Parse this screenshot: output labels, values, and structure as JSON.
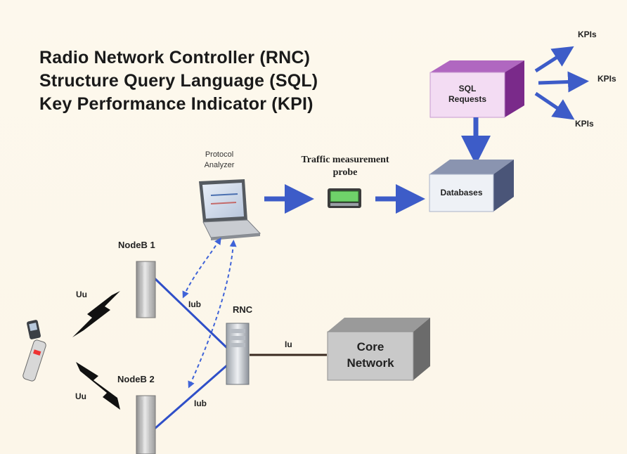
{
  "titles": {
    "rnc": "Radio Network Controller (RNC)",
    "sql": "Structure Query Language (SQL)",
    "kpi": "Key Performance Indicator (KPI)"
  },
  "sql_box": {
    "line1": "SQL",
    "line2": "Requests"
  },
  "kpis": [
    "KPIs",
    "KPIs",
    "KPIs"
  ],
  "databases": "Databases",
  "protocol_analyzer": {
    "line1": "Protocol",
    "line2": "Analyzer"
  },
  "probe": {
    "line1": "Traffic measurement",
    "line2": "probe"
  },
  "nodeb1": "NodeB 1",
  "nodeb2": "NodeB 2",
  "rnc": "RNC",
  "iub_top": "Iub",
  "iub_bottom": "Iub",
  "iu": "Iu",
  "uu_top": "Uu",
  "uu_bottom": "Uu",
  "core_network": {
    "line1": "Core",
    "line2": "Network"
  },
  "colors": {
    "arrow_blue": "#3d5cc8",
    "sql_box_face": "#f2d9f2",
    "sql_box_side": "#7a2a8a",
    "db_face": "#eef1f6",
    "db_side": "#4a5578",
    "core_face": "#c9c9c9",
    "core_side": "#6b6b6b",
    "link_blue": "#2f4fc8",
    "link_dark": "#3a2a20"
  }
}
